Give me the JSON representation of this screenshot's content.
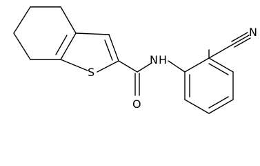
{
  "molecule": {
    "atom_labels": {
      "sulfur": "S",
      "nitrogen_amide": "N",
      "hydrogen_amide": "H",
      "oxygen": "O",
      "nitrogen_nitrile": "N"
    },
    "colors": {
      "bond": "#000000",
      "text": "#000000",
      "background": "#ffffff"
    }
  }
}
